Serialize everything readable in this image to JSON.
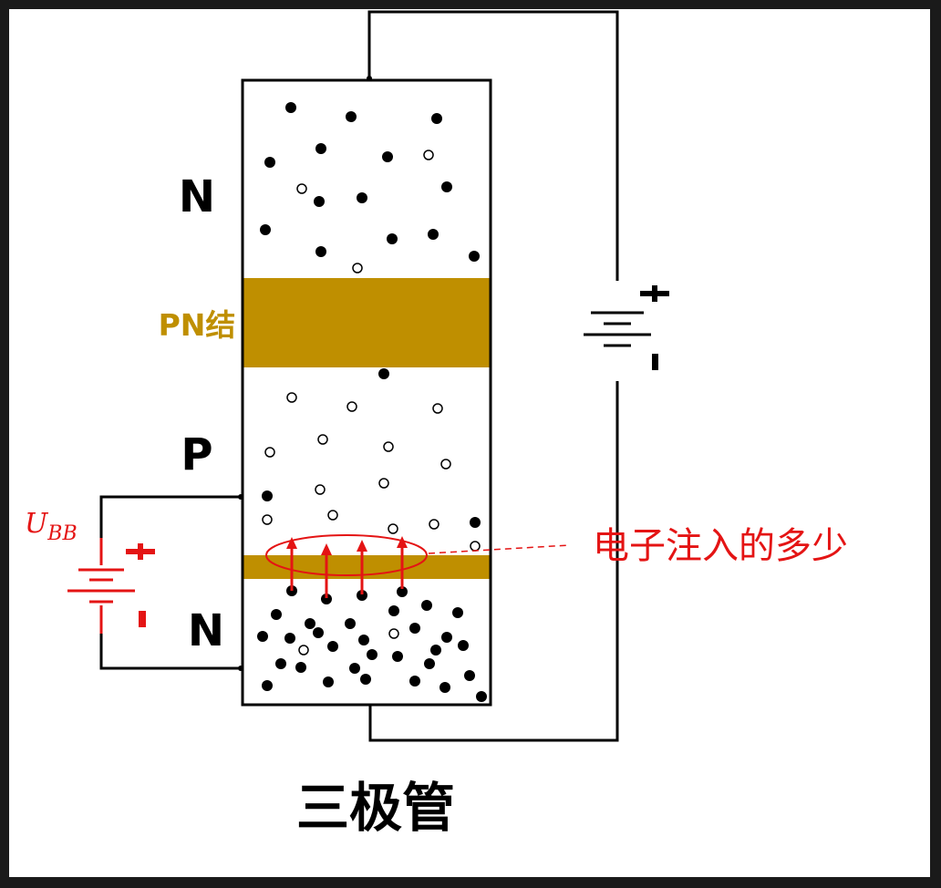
{
  "labels": {
    "top_region": "N",
    "junction": "PN结",
    "middle_region": "P",
    "bottom_region": "N",
    "base_source_letter": "U",
    "base_source_subscript": "BB",
    "annotation": "电子注入的多少",
    "caption": "三极管"
  },
  "colors": {
    "junction": "#bf8f00",
    "annotation": "#e41414",
    "line": "#000000",
    "background": "#ffffff"
  },
  "icons": {
    "battery_symbol": "battery-icon",
    "electron": "filled-dot",
    "hole": "hollow-dot"
  }
}
